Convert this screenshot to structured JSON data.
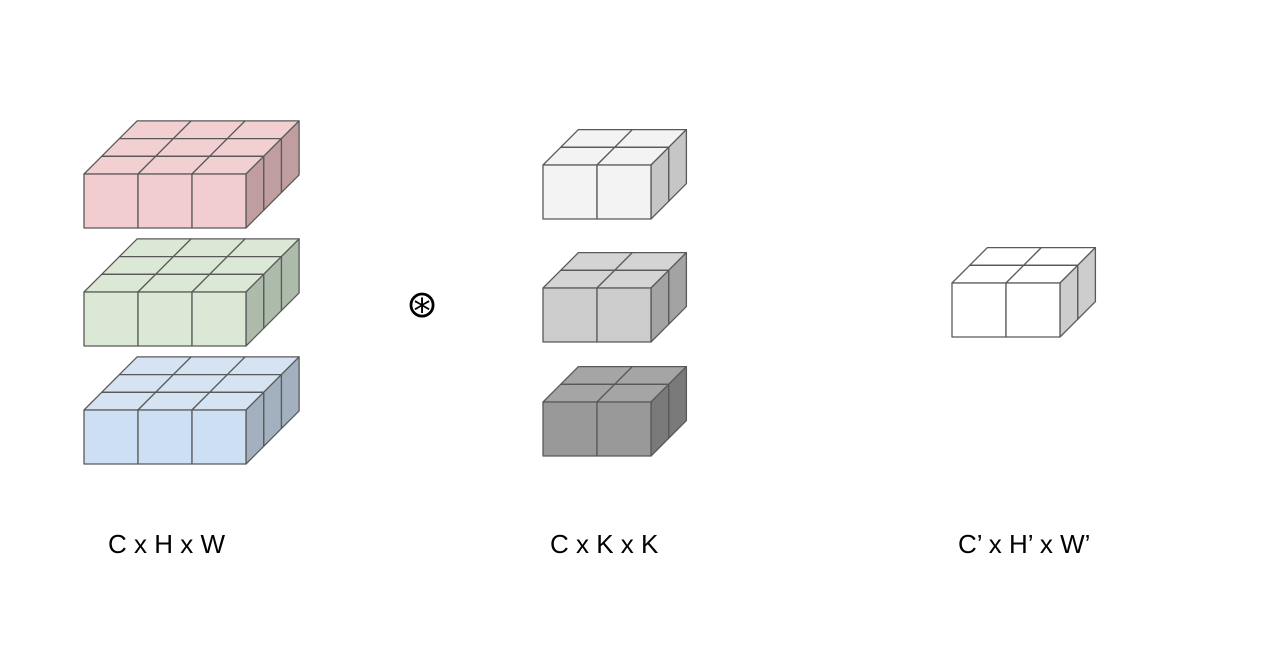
{
  "labels": {
    "input": "C x H x W",
    "kernel": "C x K x K",
    "output": "C’ x H’ x W’",
    "operator": "⊛"
  },
  "blocks": {
    "input": [
      {
        "name": "input-channel-1",
        "grid": [
          3,
          3
        ],
        "colors": {
          "front": "#f2cdd0",
          "top": "#f2d0d2",
          "side": "#c09ea0"
        }
      },
      {
        "name": "input-channel-2",
        "grid": [
          3,
          3
        ],
        "colors": {
          "front": "#dbe8d5",
          "top": "#dbe8d5",
          "side": "#adbbab"
        }
      },
      {
        "name": "input-channel-3",
        "grid": [
          3,
          3
        ],
        "colors": {
          "front": "#cddff2",
          "top": "#d6e3f2",
          "side": "#a3b0bf"
        }
      }
    ],
    "kernel": [
      {
        "name": "kernel-channel-1",
        "grid": [
          2,
          2
        ],
        "colors": {
          "front": "#f3f3f3",
          "top": "#f3f3f3",
          "side": "#c6c6c6"
        }
      },
      {
        "name": "kernel-channel-2",
        "grid": [
          2,
          2
        ],
        "colors": {
          "front": "#cccccc",
          "top": "#d4d4d4",
          "side": "#a3a3a3"
        }
      },
      {
        "name": "kernel-channel-3",
        "grid": [
          2,
          2
        ],
        "colors": {
          "front": "#999999",
          "top": "#a5a5a5",
          "side": "#7a7a7a"
        }
      }
    ],
    "output": [
      {
        "name": "output-channel",
        "grid": [
          2,
          2
        ],
        "colors": {
          "front": "#ffffff",
          "top": "#ffffff",
          "side": "#cdcdcd"
        }
      }
    ]
  },
  "stroke_color": "#595959"
}
